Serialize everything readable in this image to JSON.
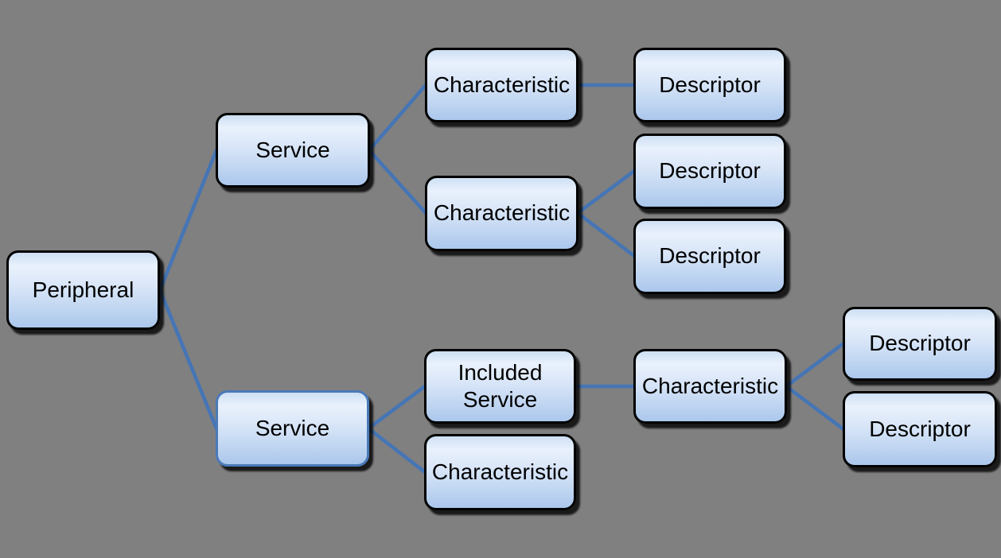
{
  "background_color": "#808080",
  "colors": {
    "node_fill_hi": "#e9f1fc",
    "node_fill_bottom": "#abc7ec",
    "node_border": "#000000",
    "node_border_alt": "#4a7ab8",
    "connector": "#4575b5",
    "text": "#000000"
  },
  "diagram": {
    "type": "hierarchy",
    "nodes": [
      {
        "id": "peripheral",
        "label": "Peripheral"
      },
      {
        "id": "service-1",
        "label": "Service"
      },
      {
        "id": "characteristic-1a",
        "label": "Characteristic"
      },
      {
        "id": "descriptor-1a-1",
        "label": "Descriptor"
      },
      {
        "id": "characteristic-1b",
        "label": "Characteristic"
      },
      {
        "id": "descriptor-1b-1",
        "label": "Descriptor"
      },
      {
        "id": "descriptor-1b-2",
        "label": "Descriptor"
      },
      {
        "id": "service-2",
        "label": "Service"
      },
      {
        "id": "included-service",
        "label": "Included Service"
      },
      {
        "id": "characteristic-2b",
        "label": "Characteristic"
      },
      {
        "id": "characteristic-2a",
        "label": "Characteristic"
      },
      {
        "id": "descriptor-2a-1",
        "label": "Descriptor"
      },
      {
        "id": "descriptor-2a-2",
        "label": "Descriptor"
      }
    ],
    "edges": [
      [
        "peripheral",
        "service-1"
      ],
      [
        "peripheral",
        "service-2"
      ],
      [
        "service-1",
        "characteristic-1a"
      ],
      [
        "service-1",
        "characteristic-1b"
      ],
      [
        "characteristic-1a",
        "descriptor-1a-1"
      ],
      [
        "characteristic-1b",
        "descriptor-1b-1"
      ],
      [
        "characteristic-1b",
        "descriptor-1b-2"
      ],
      [
        "service-2",
        "included-service"
      ],
      [
        "service-2",
        "characteristic-2b"
      ],
      [
        "included-service",
        "characteristic-2a"
      ],
      [
        "characteristic-2a",
        "descriptor-2a-1"
      ],
      [
        "characteristic-2a",
        "descriptor-2a-2"
      ]
    ]
  }
}
